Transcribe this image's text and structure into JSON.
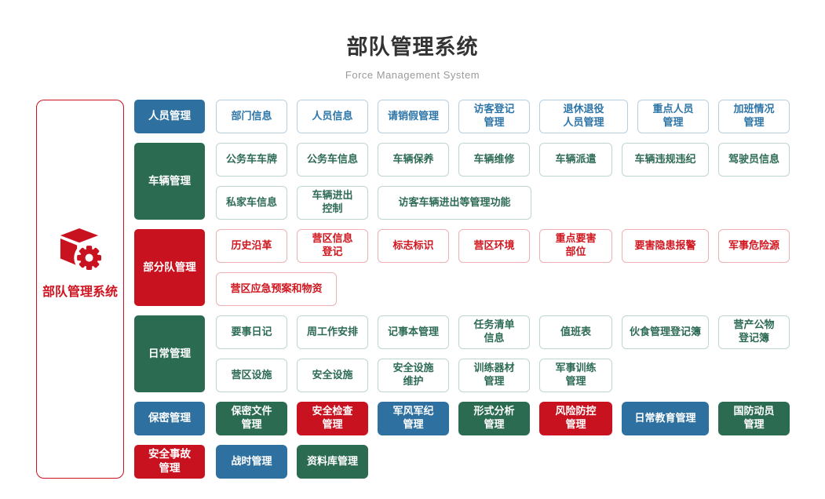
{
  "header": {
    "title": "部队管理系统",
    "subtitle": "Force Management System"
  },
  "sidebar": {
    "label": "部队管理系统",
    "icon": "cube-gear-icon"
  },
  "colors": {
    "blue": "#2e71a0",
    "green": "#2b6b52",
    "red": "#c8121f",
    "blue_border": "#b5cfe1",
    "green_border": "#bed7cd",
    "red_border": "#efb0b4",
    "title_text": "#333333",
    "subtitle_text": "#9a9a9a"
  },
  "groups": [
    {
      "label": "人员管理",
      "color": "blue",
      "rows": [
        [
          "部门信息",
          "人员信息",
          "请销假管理",
          "访客登记\n管理",
          "退休退役\n人员管理",
          "重点人员\n管理",
          "加班情况\n管理"
        ]
      ]
    },
    {
      "label": "车辆管理",
      "color": "green",
      "rows": [
        [
          "公务车车牌",
          "公务车信息",
          "车辆保养",
          "车辆维修",
          "车辆派遣",
          "车辆违规违纪",
          "驾驶员信息"
        ],
        [
          "私家车信息",
          "车辆进出\n控制",
          "访客车辆进出等管理功能"
        ]
      ]
    },
    {
      "label": "部分队管理",
      "color": "red",
      "rows": [
        [
          "历史沿革",
          "营区信息\n登记",
          "标志标识",
          "营区环境",
          "重点要害\n部位",
          "要害隐患报警",
          "军事危险源"
        ],
        [
          "营区应急预案和物资"
        ]
      ]
    },
    {
      "label": "日常管理",
      "color": "green",
      "rows": [
        [
          "要事日记",
          "周工作安排",
          "记事本管理",
          "任务清单\n信息",
          "值班表",
          "伙食管理登记簿",
          "营产公物\n登记簿"
        ],
        [
          "营区设施",
          "安全设施",
          "安全设施\n维护",
          "训练器材\n管理",
          "军事训练\n管理"
        ]
      ]
    },
    {
      "label": "保密管理",
      "color": "blue",
      "items": [
        {
          "label": "保密文件\n管理",
          "color": "green"
        },
        {
          "label": "安全检查\n管理",
          "color": "red"
        },
        {
          "label": "军风军纪\n管理",
          "color": "blue"
        },
        {
          "label": "形式分析\n管理",
          "color": "green"
        },
        {
          "label": "风险防控\n管理",
          "color": "red"
        },
        {
          "label": "日常教育管理",
          "color": "blue"
        },
        {
          "label": "国防动员\n管理",
          "color": "green"
        }
      ]
    },
    {
      "label": "安全事故\n管理",
      "color": "red",
      "items": [
        {
          "label": "战时管理",
          "color": "blue"
        },
        {
          "label": "资料库管理",
          "color": "green"
        }
      ]
    }
  ]
}
